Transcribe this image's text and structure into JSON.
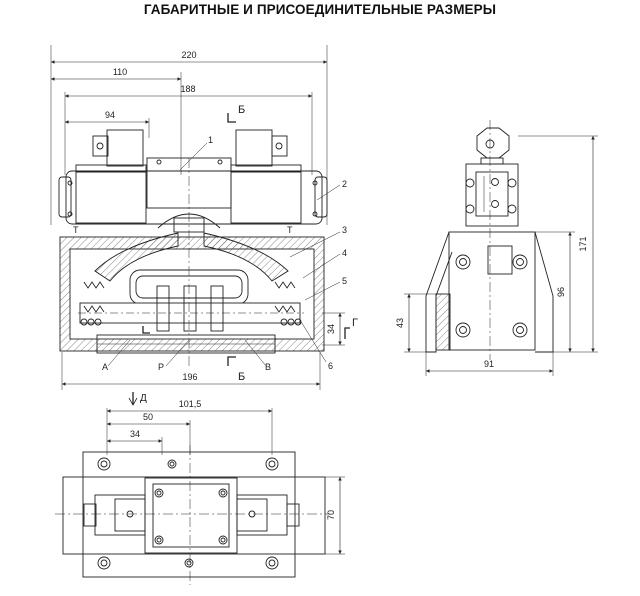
{
  "title": "ГАБАРИТНЫЕ И ПРИСОЕДИНИТЕЛЬНЫЕ РАЗМЕРЫ",
  "dimensions": {
    "overall_width": "220",
    "half_width": "110",
    "coil_span": "188",
    "coil_width": "94",
    "body_length": "196",
    "side_width": "91",
    "side_height": "171",
    "side_height_mid": "96",
    "side_base": "43",
    "port_height": "34",
    "plan_width": "101,5",
    "plan_mid": "50",
    "plan_short": "34",
    "plan_height": "70"
  },
  "callouts": [
    "1",
    "2",
    "3",
    "4",
    "5",
    "6"
  ],
  "port_labels": {
    "t_left": "T",
    "t_right": "T",
    "a": "A",
    "p": "P",
    "b": "B"
  },
  "section_marks": {
    "b_top": "Б",
    "b_bottom": "Б",
    "g": "Г",
    "d": "Д"
  },
  "colors": {
    "line": "#222222",
    "hatch": "#555555",
    "background": "#ffffff"
  }
}
